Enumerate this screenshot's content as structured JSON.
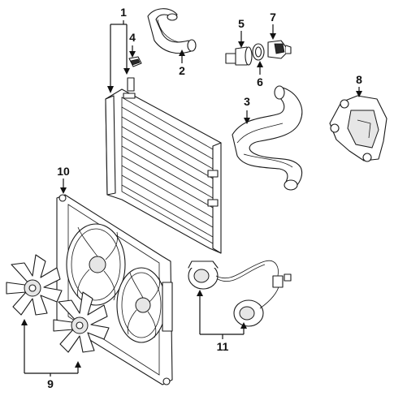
{
  "callouts": [
    {
      "id": "1",
      "text": "1"
    },
    {
      "id": "2",
      "text": "2"
    },
    {
      "id": "3",
      "text": "3"
    },
    {
      "id": "4",
      "text": "4"
    },
    {
      "id": "5",
      "text": "5"
    },
    {
      "id": "6",
      "text": "6"
    },
    {
      "id": "7",
      "text": "7"
    },
    {
      "id": "8",
      "text": "8"
    },
    {
      "id": "9",
      "text": "9"
    },
    {
      "id": "10",
      "text": "10"
    },
    {
      "id": "11",
      "text": "11"
    }
  ],
  "colors": {
    "line": "#1a1a1a",
    "background": "#ffffff",
    "shade": "#e6e6e6"
  }
}
